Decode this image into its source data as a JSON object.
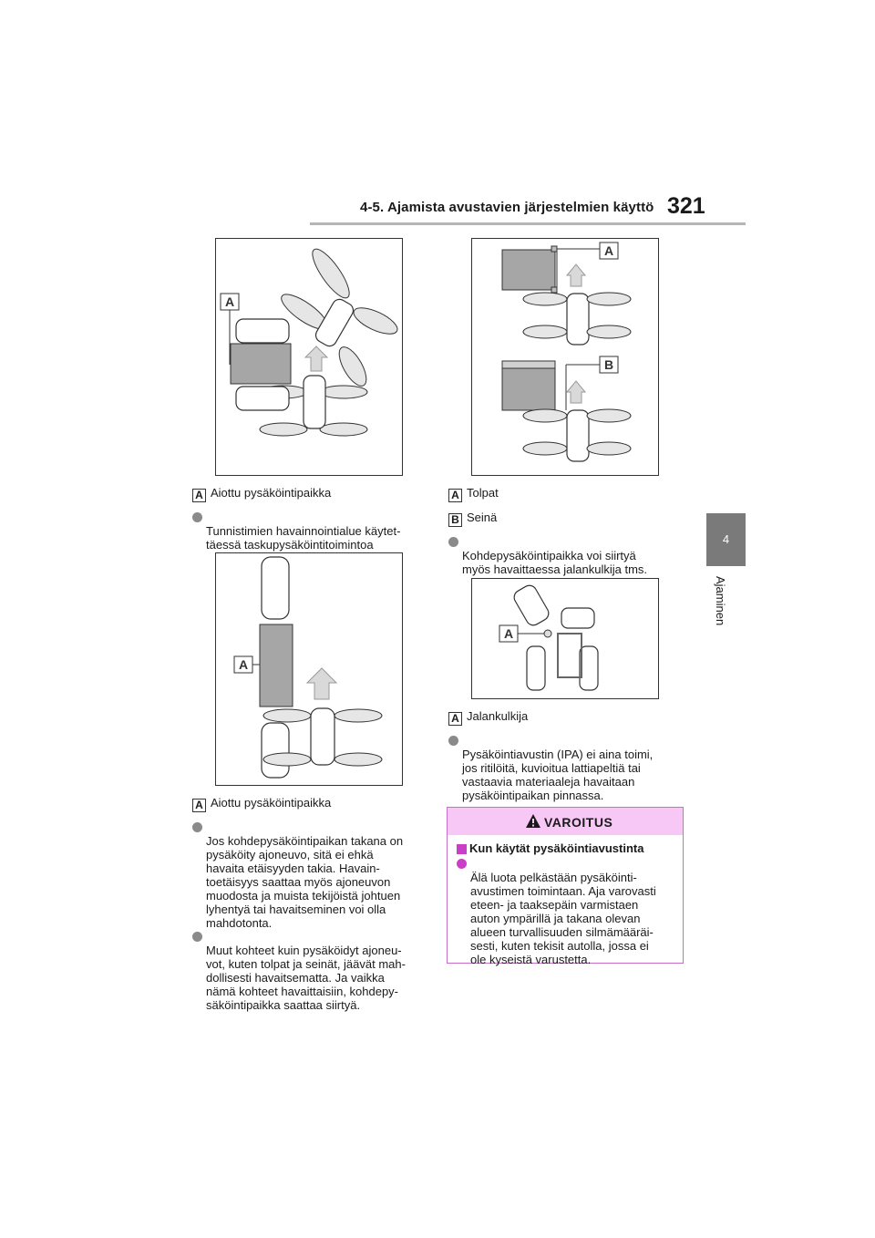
{
  "header": {
    "section": "4-5. Ajamista avustavien järjestelmien käyttö",
    "page_number": "321"
  },
  "side_tab": {
    "number": "4",
    "label": "Ajaminen"
  },
  "figure_labels": {
    "a": "A",
    "b": "B"
  },
  "left": {
    "fig1_caption_badge": "A",
    "fig1_caption": "Aiottu pysäköintipaikka",
    "bullet1": "Tunnistimien havainnointialue käytet-\ntäessä taskupysäköintitoimintoa",
    "fig2_caption_badge": "A",
    "fig2_caption": "Aiottu pysäköintipaikka",
    "bullet2": "Jos kohdepysäköintipaikan takana on\npysäköity ajoneuvo, sitä ei ehkä\nhavaita etäisyyden takia. Havain-\ntoetäisyys saattaa myös ajoneuvon\nmuodosta ja muista tekijöistä johtuen\nlyhentyä tai havaitseminen voi olla\nmahdotonta.",
    "bullet3": "Muut kohteet kuin pysäköidyt ajoneu-\nvot, kuten tolpat ja seinät, jäävät mah-\ndollisesti havaitsematta. Ja vaikka\nnämä kohteet havaittaisiin, kohdepy-\nsäköintipaikka saattaa siirtyä."
  },
  "right": {
    "legend_a_badge": "A",
    "legend_a": "Tolpat",
    "legend_b_badge": "B",
    "legend_b": "Seinä",
    "bullet1": "Kohdepysäköintipaikka voi siirtyä\nmyös havaittaessa jalankulkija tms.",
    "fig4_caption_badge": "A",
    "fig4_caption": "Jalankulkija",
    "bullet2": "Pysäköintiavustin (IPA) ei aina toimi,\njos ritilöitä, kuvioitua lattiapeltiä tai\nvastaavia materiaaleja havaitaan\npysäköintipaikan pinnassa."
  },
  "warning": {
    "title": "VAROITUS",
    "subtitle": "Kun käytät pysäköintiavustinta",
    "text": "Älä luota pelkästään pysäköinti-\navustimen toimintaan. Aja varovasti\neteen- ja taaksepäin varmistaen\nauton ympärillä ja takana olevan\nalueen turvallisuuden silmämääräi-\nsesti, kuten tekisit autolla, jossa ei\nole kyseistä varustetta.",
    "accent_color": "#c93fc6",
    "header_color": "#f7c8f5"
  }
}
